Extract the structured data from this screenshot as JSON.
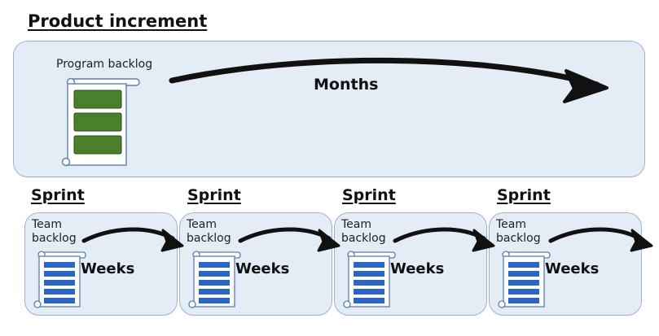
{
  "product_increment": {
    "title": "Product increment",
    "backlog_label": "Program backlog",
    "timescale": "Months"
  },
  "sprints": [
    {
      "title": "Sprint",
      "backlog_label": "Team\nbacklog",
      "timescale": "Weeks"
    },
    {
      "title": "Sprint",
      "backlog_label": "Team\nbacklog",
      "timescale": "Weeks"
    },
    {
      "title": "Sprint",
      "backlog_label": "Team\nbacklog",
      "timescale": "Weeks"
    },
    {
      "title": "Sprint",
      "backlog_label": "Team\nbacklog",
      "timescale": "Weeks"
    }
  ],
  "colors": {
    "panel_fill": "#e4ecf6",
    "panel_border": "#9cb1cf",
    "program_item": "#4a7f2c",
    "team_item": "#2a66c4",
    "arrow": "#111111"
  },
  "icons": {
    "backlog": "scroll-icon",
    "flow": "curved-arrow-icon"
  }
}
